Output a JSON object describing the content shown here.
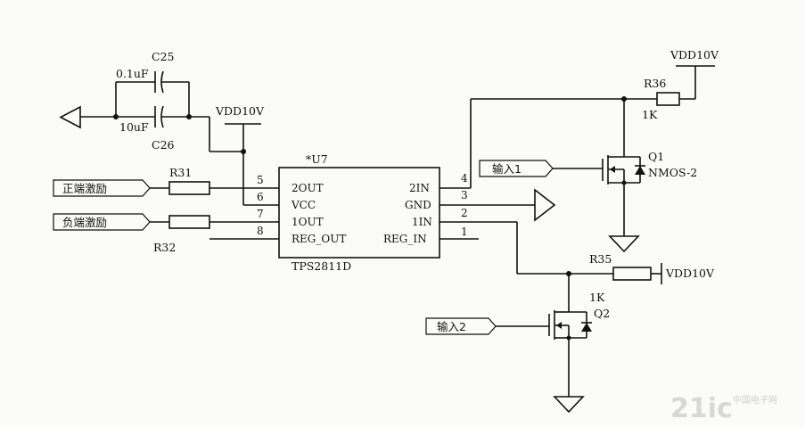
{
  "ic": {
    "ref": "*U7",
    "part": "TPS2811D",
    "left_pins": [
      {
        "num": "5",
        "name": "2OUT"
      },
      {
        "num": "6",
        "name": "VCC"
      },
      {
        "num": "7",
        "name": "1OUT"
      },
      {
        "num": "8",
        "name": "REG_OUT"
      }
    ],
    "right_pins": [
      {
        "num": "4",
        "name": "2IN"
      },
      {
        "num": "3",
        "name": "GND"
      },
      {
        "num": "2",
        "name": "1IN"
      },
      {
        "num": "1",
        "name": "REG_IN"
      }
    ]
  },
  "capacitors": [
    {
      "ref": "C25",
      "value": "0.1uF"
    },
    {
      "ref": "C26",
      "value": "10uF"
    }
  ],
  "resistors": {
    "r31": {
      "ref": "R31"
    },
    "r32": {
      "ref": "R32"
    },
    "r35": {
      "ref": "R35",
      "value": "1K"
    },
    "r36": {
      "ref": "R36",
      "value": "1K"
    }
  },
  "transistors": {
    "q1": {
      "ref": "Q1",
      "model": "NMOS-2"
    },
    "q2": {
      "ref": "Q2"
    }
  },
  "nets": {
    "vdd_ic": "VDD10V",
    "vdd_r36": "VDD10V",
    "vdd_r35": "VDD10V"
  },
  "ports": {
    "pos_drive": "正端激励",
    "neg_drive": "负端激励",
    "input1": "输入1",
    "input2": "输入2"
  },
  "watermark": {
    "logo": "21ic",
    "site": "中国电子网"
  }
}
